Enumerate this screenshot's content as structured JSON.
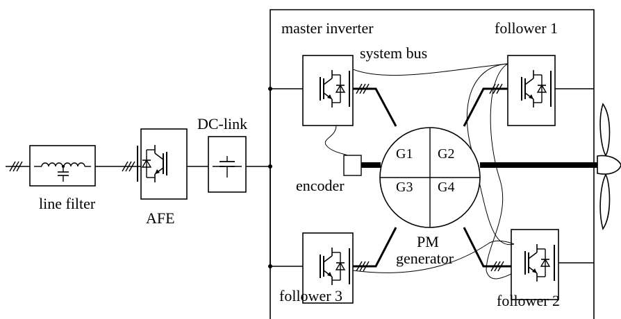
{
  "labels": {
    "master_inverter": "master inverter",
    "follower_1": "follower 1",
    "follower_2": "follower 2",
    "follower_3": "follower 3",
    "system_bus": "system bus",
    "dc_link": "DC-link",
    "afe": "AFE",
    "line_filter": "line filter",
    "encoder": "encoder",
    "pm": "PM",
    "generator": "generator"
  },
  "generator_segments": [
    "G1",
    "G2",
    "G3",
    "G4"
  ]
}
